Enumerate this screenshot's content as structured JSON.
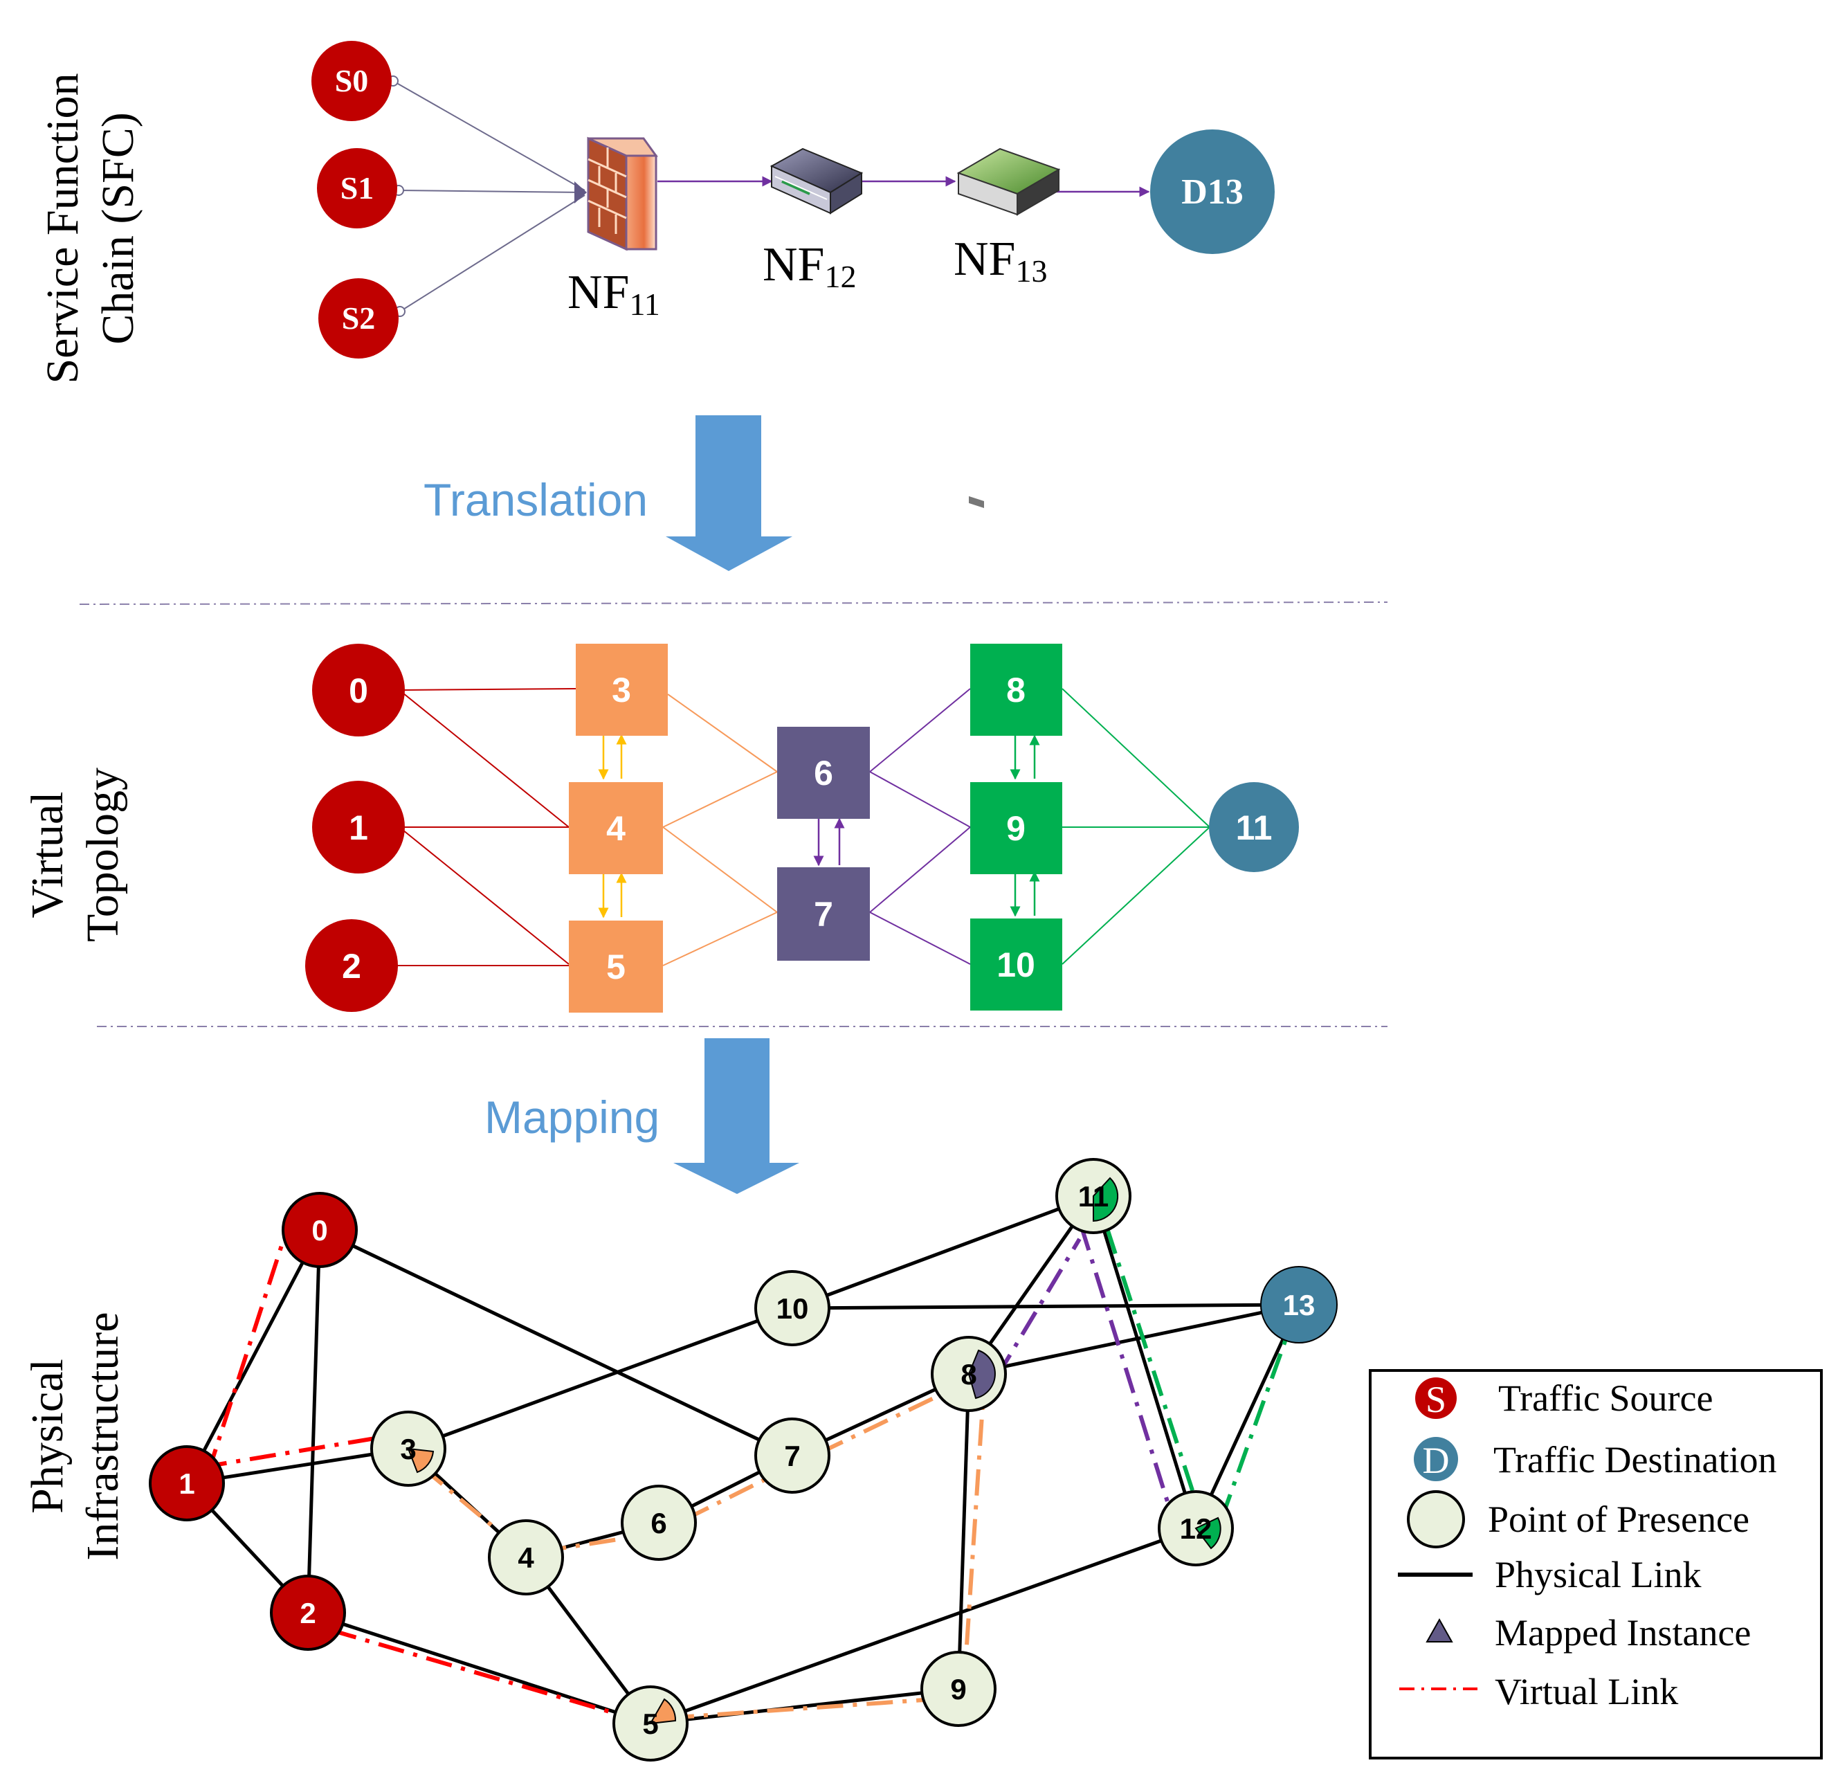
{
  "section_labels": {
    "sfc": [
      "Service Function",
      "Chain (SFC)"
    ],
    "virtual": [
      "Virtual",
      "Topology"
    ],
    "physical": [
      "Physical",
      "Infrastructure"
    ]
  },
  "arrows": {
    "translation": "Translation",
    "mapping": "Mapping"
  },
  "sfc": {
    "sources": [
      "S0",
      "S1",
      "S2"
    ],
    "destination": "D13",
    "nf11": {
      "base": "NF",
      "sub": "11"
    },
    "nf12": {
      "base": "NF",
      "sub": "12"
    },
    "nf13": {
      "base": "NF",
      "sub": "13"
    }
  },
  "virtual_nodes": {
    "n0": "0",
    "n1": "1",
    "n2": "2",
    "n3": "3",
    "n4": "4",
    "n5": "5",
    "n6": "6",
    "n7": "7",
    "n8": "8",
    "n9": "9",
    "n10": "10",
    "n11": "11"
  },
  "physical_nodes": {
    "p0": "0",
    "p1": "1",
    "p2": "2",
    "p3": "3",
    "p4": "4",
    "p5": "5",
    "p6": "6",
    "p7": "7",
    "p8": "8",
    "p9": "9",
    "p10": "10",
    "p11": "11",
    "p12": "12",
    "p13": "13"
  },
  "legend": {
    "source_glyph": "S",
    "dest_glyph": "D",
    "items": [
      "Traffic Source",
      "Traffic Destination",
      "Point of Presence",
      "Physical Link",
      "Mapped Instance",
      "Virtual Link"
    ]
  },
  "colors": {
    "source": "#c00000",
    "destination": "#41809e",
    "orange": "#f79a5b",
    "purple": "#625a87",
    "green": "#00b050",
    "pop": "#eaf1dd",
    "arrow": "#5b9bd5"
  }
}
